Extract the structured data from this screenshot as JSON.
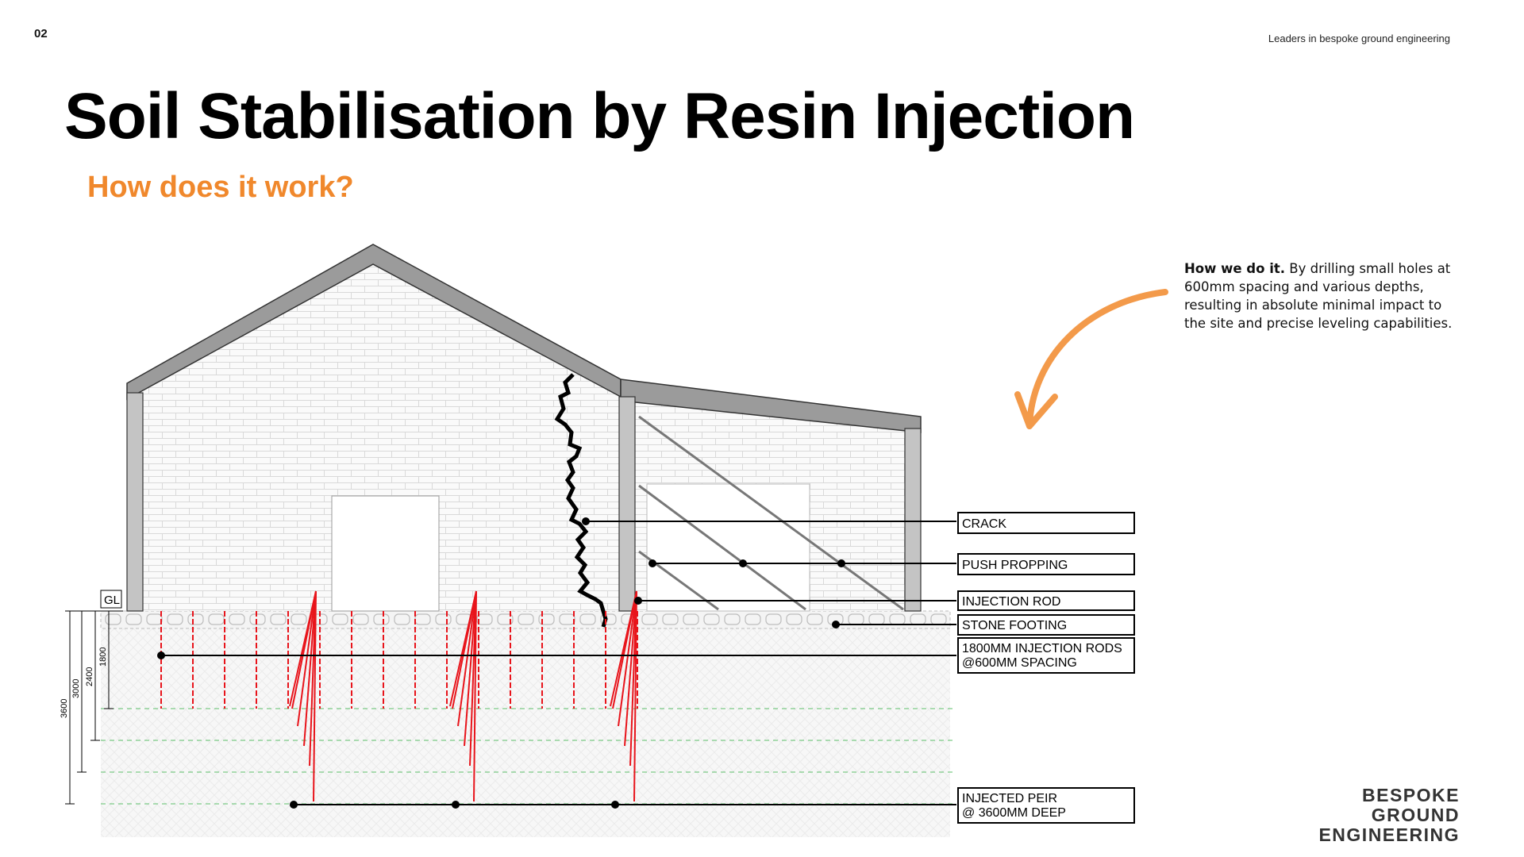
{
  "page_number": "02",
  "tagline": "Leaders in bespoke ground engineering",
  "title": "Soil Stabilisation by Resin Injection",
  "subtitle": "How does it work?",
  "how_we_do_it": {
    "lead": "How we do it.",
    "body": "By drilling small holes at 600mm spacing and various depths, resulting in absolute minimal impact to the site and precise leveling capabilities."
  },
  "labels": {
    "crack": "CRACK",
    "push_propping": "PUSH PROPPING",
    "injection_rod": "INJECTION ROD",
    "stone_footing": "STONE FOOTING",
    "rods_line1": "1800MM INJECTION RODS",
    "rods_line2": "@600MM SPACING",
    "peir_line1": "INJECTED PEIR",
    "peir_line2": "@ 3600MM DEEP",
    "ground_level": "GL"
  },
  "dimensions": [
    "1800",
    "2400",
    "3000",
    "3600"
  ],
  "logo": {
    "line1": "BESPOKE",
    "line2": "GROUND",
    "line3": "ENGINEERING"
  },
  "colors": {
    "accent": "#f0882c",
    "injection": "#e8141b"
  }
}
